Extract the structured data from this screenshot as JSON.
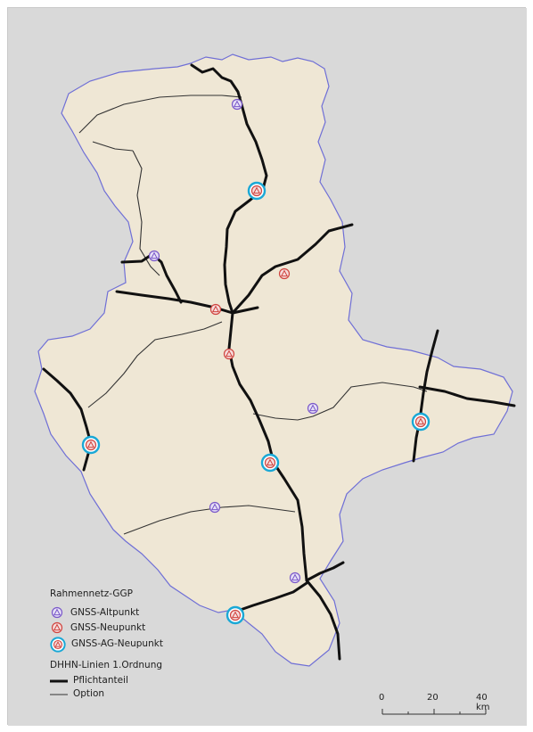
{
  "legend": {
    "title": "Rahmennetz-GGP",
    "items": [
      {
        "label": "GNSS-Altpunkt",
        "symbol": "purple-triangle-circle"
      },
      {
        "label": "GNSS-Neupunkt",
        "symbol": "red-triangle-circle"
      },
      {
        "label": "GNSS-AG-Neupunkt",
        "symbol": "red-triangle-circle-cyan-halo"
      }
    ],
    "lines_title": "DHHN-Linien 1.Ordnung",
    "lines": [
      {
        "label": "Pflichtanteil",
        "style": "thick"
      },
      {
        "label": "Option",
        "style": "thin"
      }
    ]
  },
  "scalebar": {
    "labels": [
      "0",
      "20",
      "40 km"
    ]
  },
  "colors": {
    "background": "#d9d9d9",
    "land": "#efe7d5",
    "border": "#6f6fd6",
    "altpunkt": "#7a58c9",
    "neupunkt": "#d0443f",
    "ag_halo": "#1aa8d6",
    "line": "#111111"
  }
}
